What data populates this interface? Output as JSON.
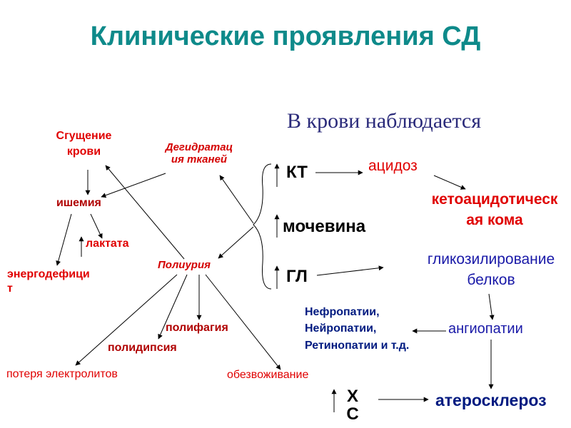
{
  "slide": {
    "title": "Клинические проявления СД",
    "subtitle": "В крови наблюдается"
  },
  "left": {
    "sgushchenie_line1": "Сгущение",
    "sgushchenie_line2": "крови",
    "degidratacia_line1": "Дегидратац",
    "degidratacia_line2": "ия тканей",
    "ishemia": "ишемия",
    "laktata": "лактата",
    "energodeficit_line1": "энергодефици",
    "energodeficit_line2": "т",
    "poliuria": "Полиурия",
    "polifagia": "полифагия",
    "polidipsia": "полидипсия",
    "poterya": "потеря электролитов",
    "obezvozhivanie": "обезвоживание"
  },
  "right": {
    "kt": "КТ",
    "mochevina": "мочевина",
    "gl": "ГЛ",
    "acidoz": "ацидоз",
    "koma_line1": "кетоацидотическ",
    "koma_line2": "ая кома",
    "glikozilirovanie_line1": "гликозилирование",
    "glikozilirovanie_line2": "белков",
    "angiopatii": "ангиопатии",
    "nefropatii": "Нефропатии,",
    "neiropatii": "Нейропатии,",
    "retinopatii": "Ретинопатии и т.д.",
    "xs_line1": "Х",
    "xs_line2": "С",
    "ateroskleroz": "атеросклероз"
  }
}
